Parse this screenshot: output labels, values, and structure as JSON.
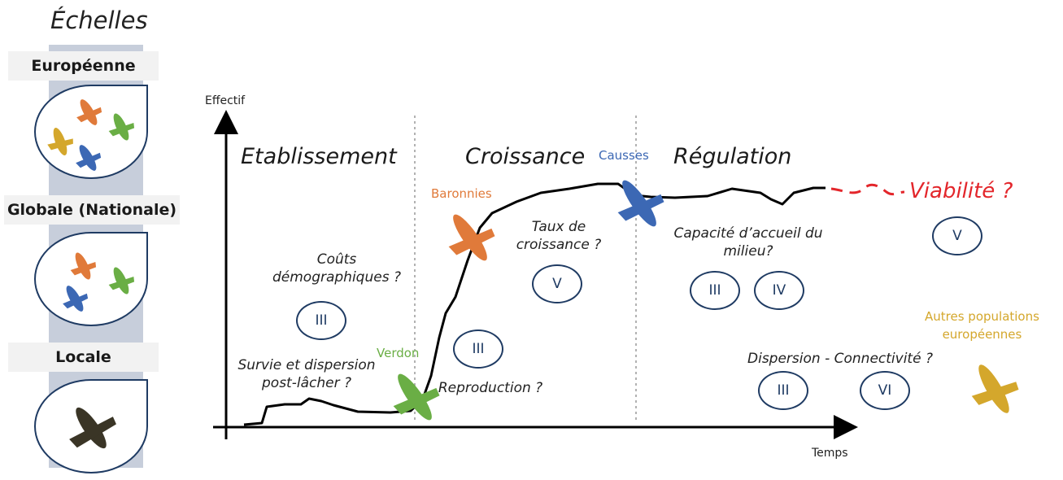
{
  "scales": {
    "title": "Échelles",
    "european": "Européenne",
    "global": "Globale (Nationale)",
    "local": "Locale"
  },
  "axes": {
    "y": "Effectif",
    "x": "Temps"
  },
  "phases": {
    "establishment": "Etablissement",
    "growth": "Croissance",
    "regulation": "Régulation"
  },
  "questions": {
    "demographic_costs": "Coûts\ndémographiques ?",
    "survival_dispersal": "Survie et dispersion\npost-lâcher ?",
    "reproduction": "Reproduction ?",
    "growth_rate": "Taux de\ncroissance ?",
    "carrying_capacity": "Capacité d’accueil du\nmilieu?",
    "dispersal_connectivity": "Dispersion - Connectivité ?",
    "viability": "Viabilité ?"
  },
  "sites": {
    "verdon": "Verdon",
    "baronnies": "Baronnies",
    "causses": "Causses",
    "other_populations": "Autres populations\neuropéennes"
  },
  "chapters": {
    "demographic_costs": "III",
    "reproduction": "III",
    "growth_rate": "V",
    "capacity_a": "III",
    "capacity_b": "IV",
    "viability": "V",
    "dispersal_a": "III",
    "dispersal_b": "VI"
  },
  "colors": {
    "verdon": "#6aae45",
    "baronnies": "#e07a3a",
    "causses": "#3c68b4",
    "other": "#d4a72c",
    "viability": "#e3262b",
    "circle": "#1f3b63",
    "local_vulture": "#3a3526"
  },
  "icons": {
    "vulture": "vulture-icon"
  }
}
